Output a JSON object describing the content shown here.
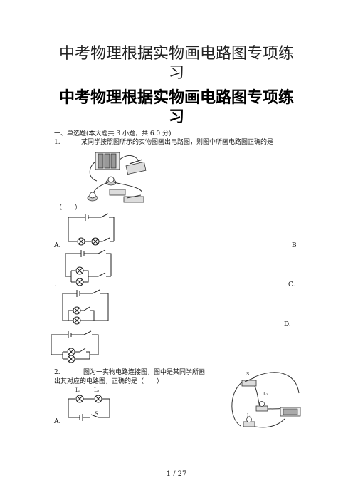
{
  "doc": {
    "title_main": "中考物理根据实物画电路图专项练",
    "title_main_line2": "习",
    "title_bold": "中考物理根据实物画电路图专项练",
    "title_bold_line2": "习",
    "section_header": "一、单选题(本大题共 3 小题，共 6.0 分)"
  },
  "q1": {
    "number": "1.",
    "stem": "某同学按照图所示的实物图画出电路图，则图中所画电路图正确的是",
    "blank": "（　　）",
    "options": [
      "A.",
      "B",
      ".",
      "C.",
      "D."
    ]
  },
  "q2": {
    "number": "2.",
    "stem_line1": "图为一实物电路连接图，图中是某同学所画",
    "stem_line2": "出其对应的电路图，正确的是（　　）",
    "option_a": "A.",
    "labels": [
      "L₁",
      "L₂",
      "S"
    ],
    "photo_labels": [
      "S",
      "L₂",
      "L₁"
    ]
  },
  "footer": {
    "page": "1 / 27"
  }
}
